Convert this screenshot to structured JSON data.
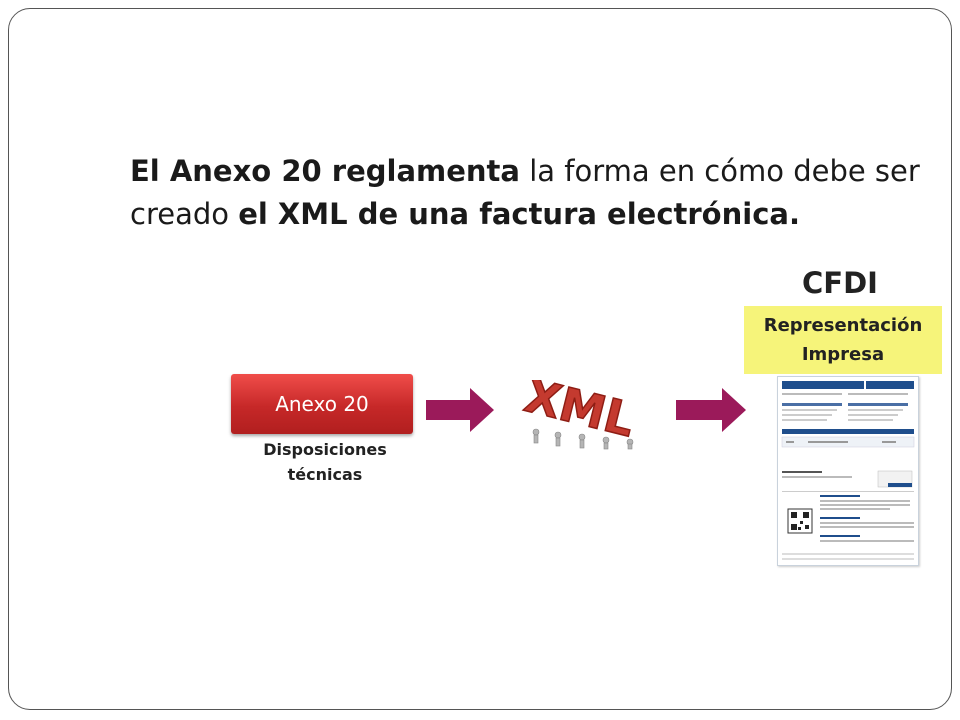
{
  "headline": {
    "part1": "El Anexo 20 reglamenta",
    "part2": " la forma en cómo debe ser creado ",
    "part3": "el XML de una factura electrónica."
  },
  "cfdi_label": "CFDI",
  "representacion": {
    "line1": "Representación",
    "line2": "Impresa"
  },
  "anexo_button": "Anexo 20",
  "disposiciones": {
    "line1": "Disposiciones",
    "line2": "técnicas"
  },
  "xml_logo": "XML",
  "colors": {
    "arrow": "#9b1a5a",
    "button": "#d33a37",
    "highlight": "#f6f47a"
  }
}
